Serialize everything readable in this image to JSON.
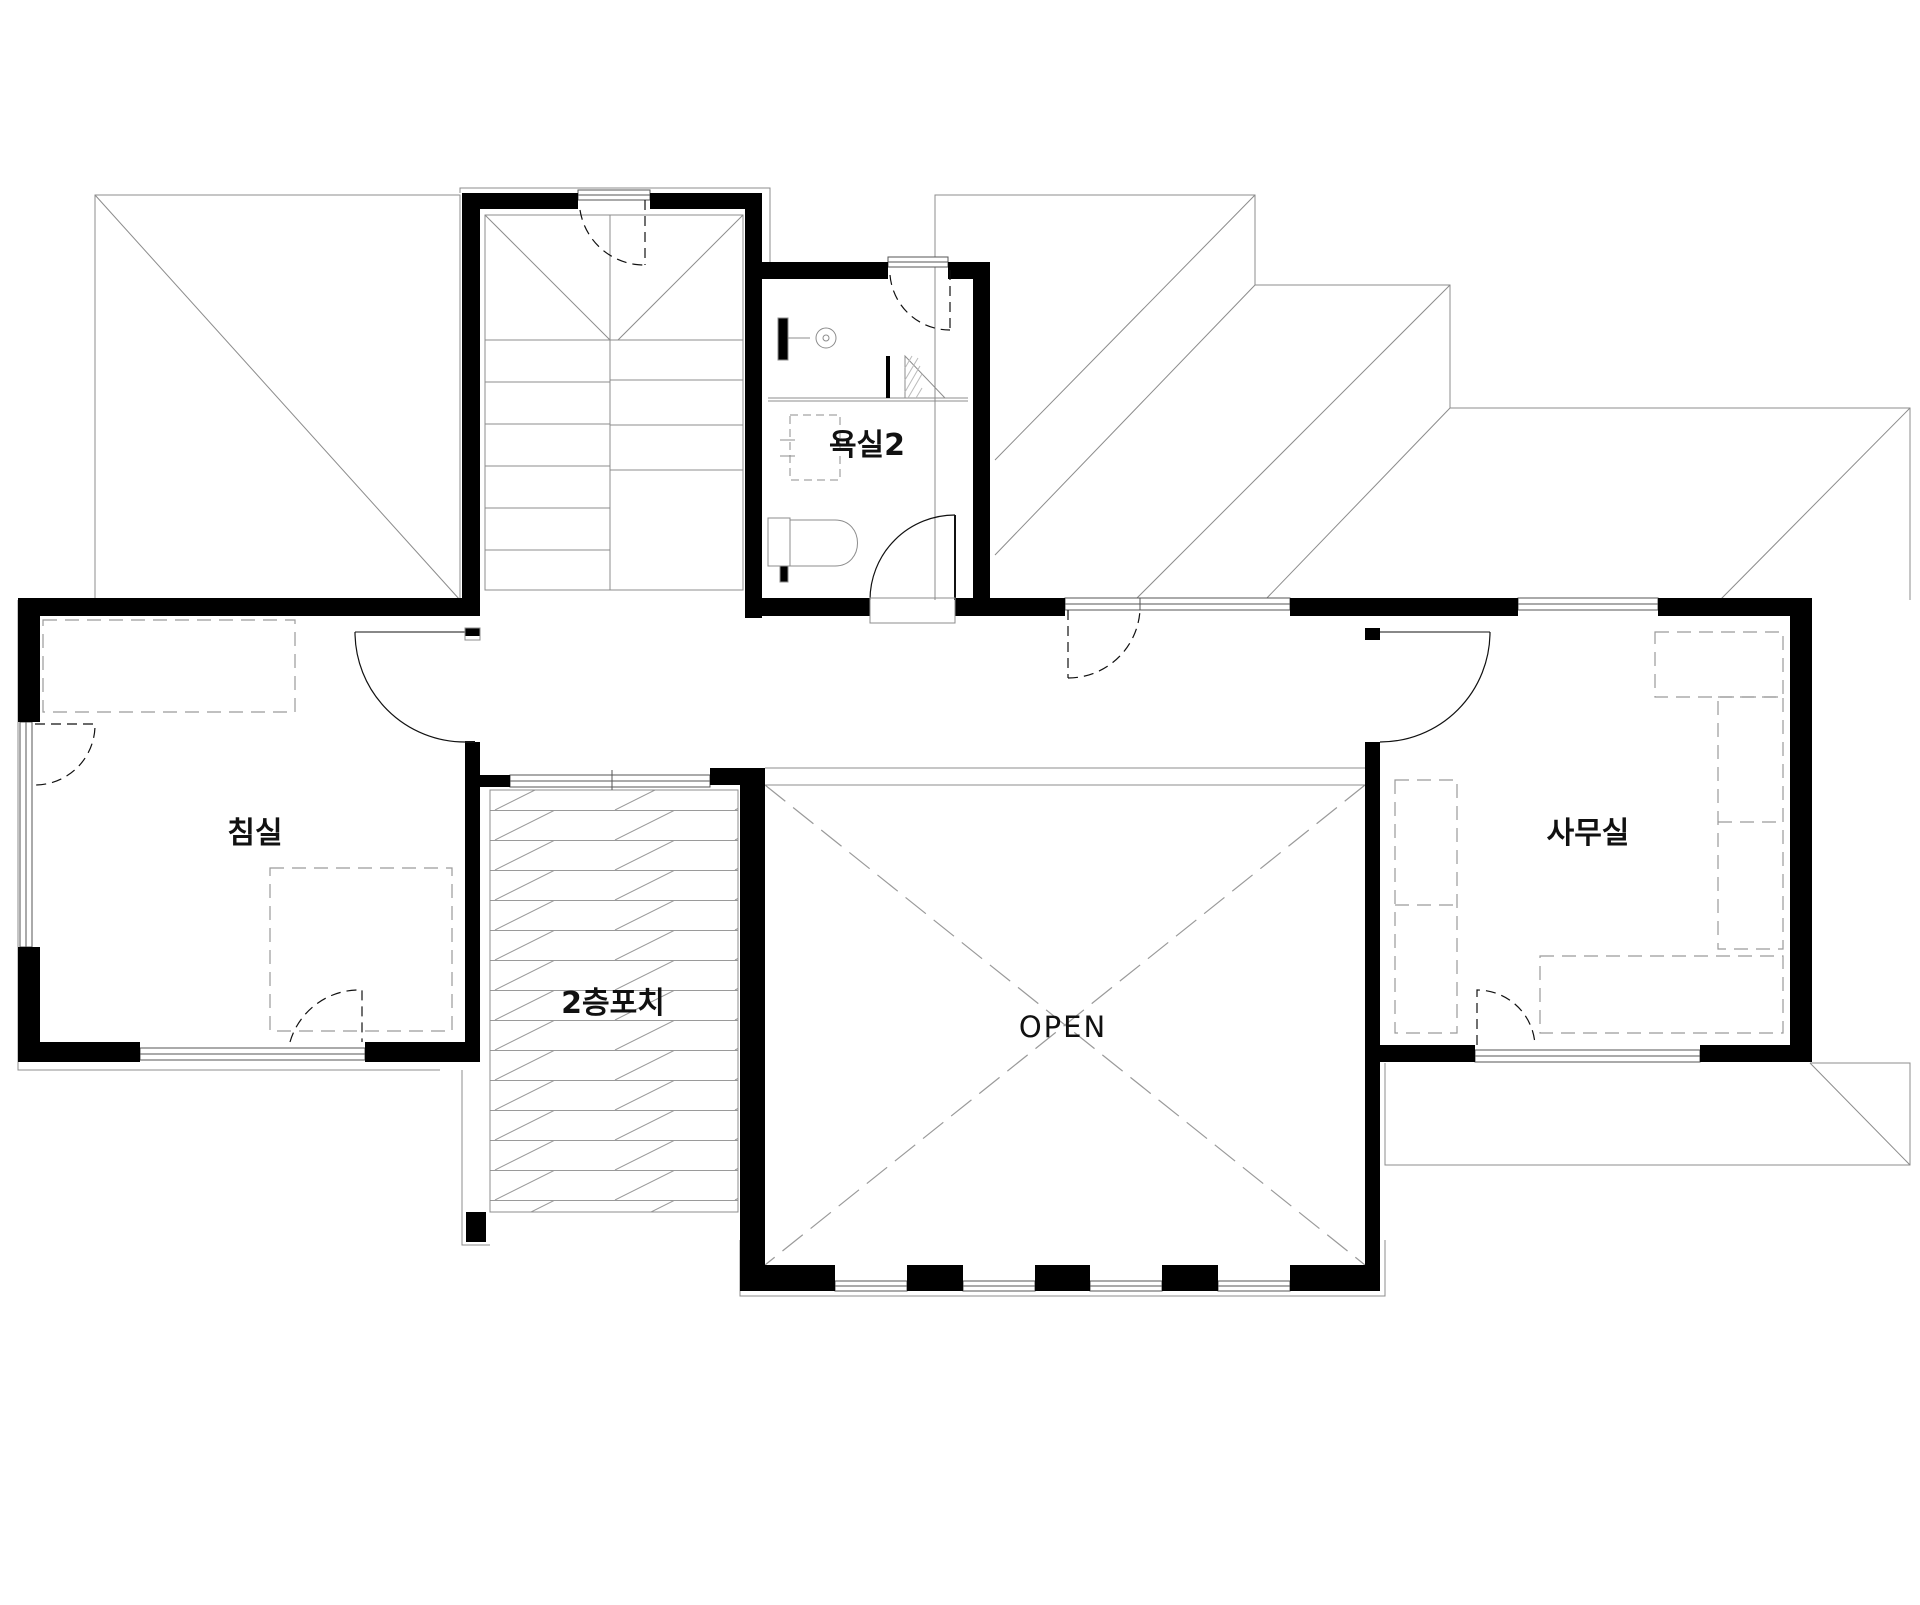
{
  "plan": {
    "rooms": [
      {
        "id": "bedroom",
        "label": "침실"
      },
      {
        "id": "bathroom2",
        "label": "욕실2"
      },
      {
        "id": "porch2f",
        "label": "2층포치"
      },
      {
        "id": "open",
        "label": "OPEN"
      },
      {
        "id": "office",
        "label": "사무실"
      }
    ],
    "colors": {
      "wall": "#000000",
      "line": "#8c8c8c",
      "dash": "#9a9a9a",
      "background": "#ffffff"
    }
  }
}
